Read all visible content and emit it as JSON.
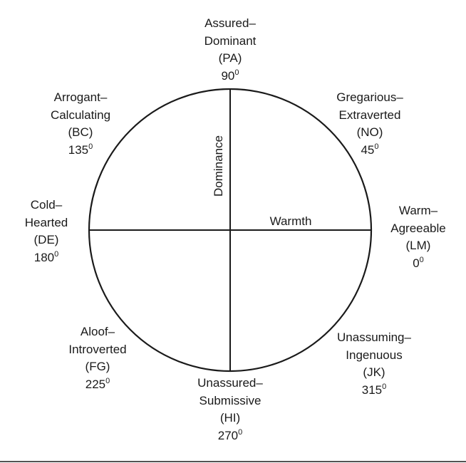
{
  "axes": {
    "vertical": "Dominance",
    "horizontal": "Warmth"
  },
  "octants": [
    {
      "id": "PA",
      "line1": "Assured–",
      "line2": "Dominant",
      "code": "(PA)",
      "angle": "90",
      "sup": "0"
    },
    {
      "id": "NO",
      "line1": "Gregarious–",
      "line2": "Extraverted",
      "code": "(NO)",
      "angle": "45",
      "sup": "0"
    },
    {
      "id": "LM",
      "line1": "Warm–",
      "line2": "Agreeable",
      "code": "(LM)",
      "angle": "0",
      "sup": "0"
    },
    {
      "id": "JK",
      "line1": "Unassuming–",
      "line2": "Ingenuous",
      "code": "(JK)",
      "angle": "315",
      "sup": "0"
    },
    {
      "id": "HI",
      "line1": "Unassured–",
      "line2": "Submissive",
      "code": "(HI)",
      "angle": "270",
      "sup": "0"
    },
    {
      "id": "FG",
      "line1": "Aloof–",
      "line2": "Introverted",
      "code": "(FG)",
      "angle": "225",
      "sup": "0"
    },
    {
      "id": "DE",
      "line1": "Cold–",
      "line2": "Hearted",
      "code": "(DE)",
      "angle": "180",
      "sup": "0"
    },
    {
      "id": "BC",
      "line1": "Arrogant–",
      "line2": "Calculating",
      "code": "(BC)",
      "angle": "135",
      "sup": "0"
    }
  ]
}
